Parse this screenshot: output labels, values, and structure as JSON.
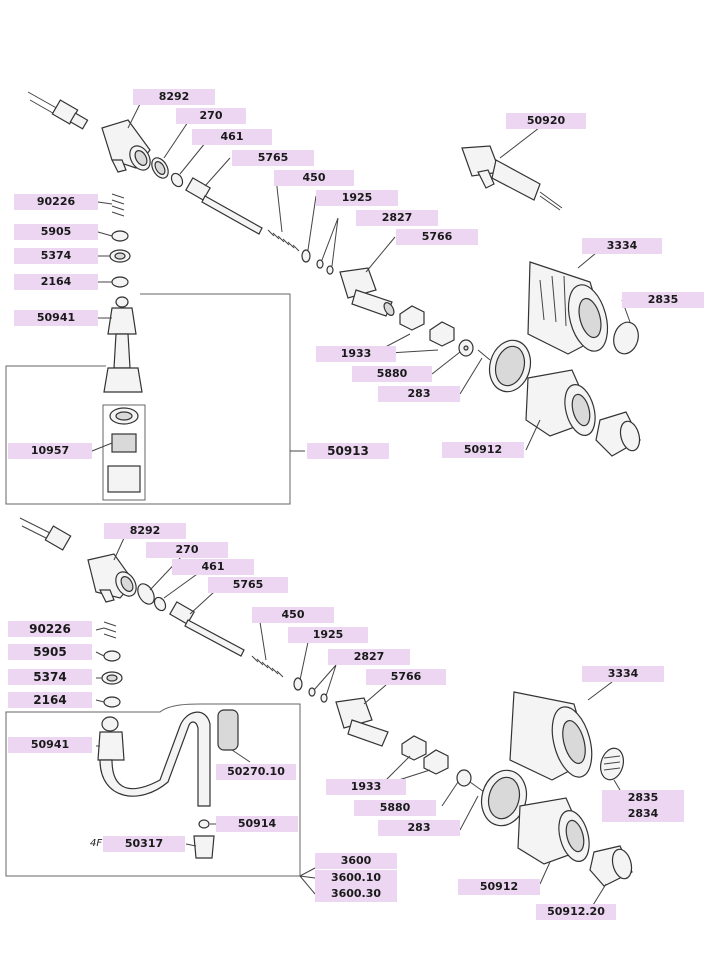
{
  "top": {
    "labels": {
      "l8292": "8292",
      "l270": "270",
      "l461": "461",
      "l5765": "5765",
      "l450": "450",
      "l1925": "1925",
      "l2827": "2827",
      "l5766": "5766",
      "l50920": "50920",
      "l3334": "3334",
      "l2835": "2835",
      "l90226": "90226",
      "l5905": "5905",
      "l5374": "5374",
      "l2164": "2164",
      "l50941": "50941",
      "l10957": "10957",
      "l50913": "50913",
      "l1933": "1933",
      "l5880": "5880",
      "l283": "283",
      "l50912": "50912"
    }
  },
  "bottom": {
    "labels": {
      "l8292": "8292",
      "l270": "270",
      "l461": "461",
      "l5765": "5765",
      "l450": "450",
      "l1925": "1925",
      "l2827": "2827",
      "l5766": "5766",
      "l3334": "3334",
      "l90226": "90226",
      "l5905": "5905",
      "l5374": "5374",
      "l2164": "2164",
      "l50941": "50941",
      "l50270_10": "50270.10",
      "l50914": "50914",
      "l50317": "50317",
      "note4f": "4F",
      "l3600": "3600",
      "l3600_10": "3600.10",
      "l3600_30": "3600.30",
      "l1933": "1933",
      "l5880": "5880",
      "l283": "283",
      "l2835": "2835",
      "l2834": "2834",
      "l50912": "50912",
      "l50912_20": "50912.20"
    }
  },
  "colors": {
    "label_bg": "#ecd6f2",
    "line": "#444444"
  }
}
